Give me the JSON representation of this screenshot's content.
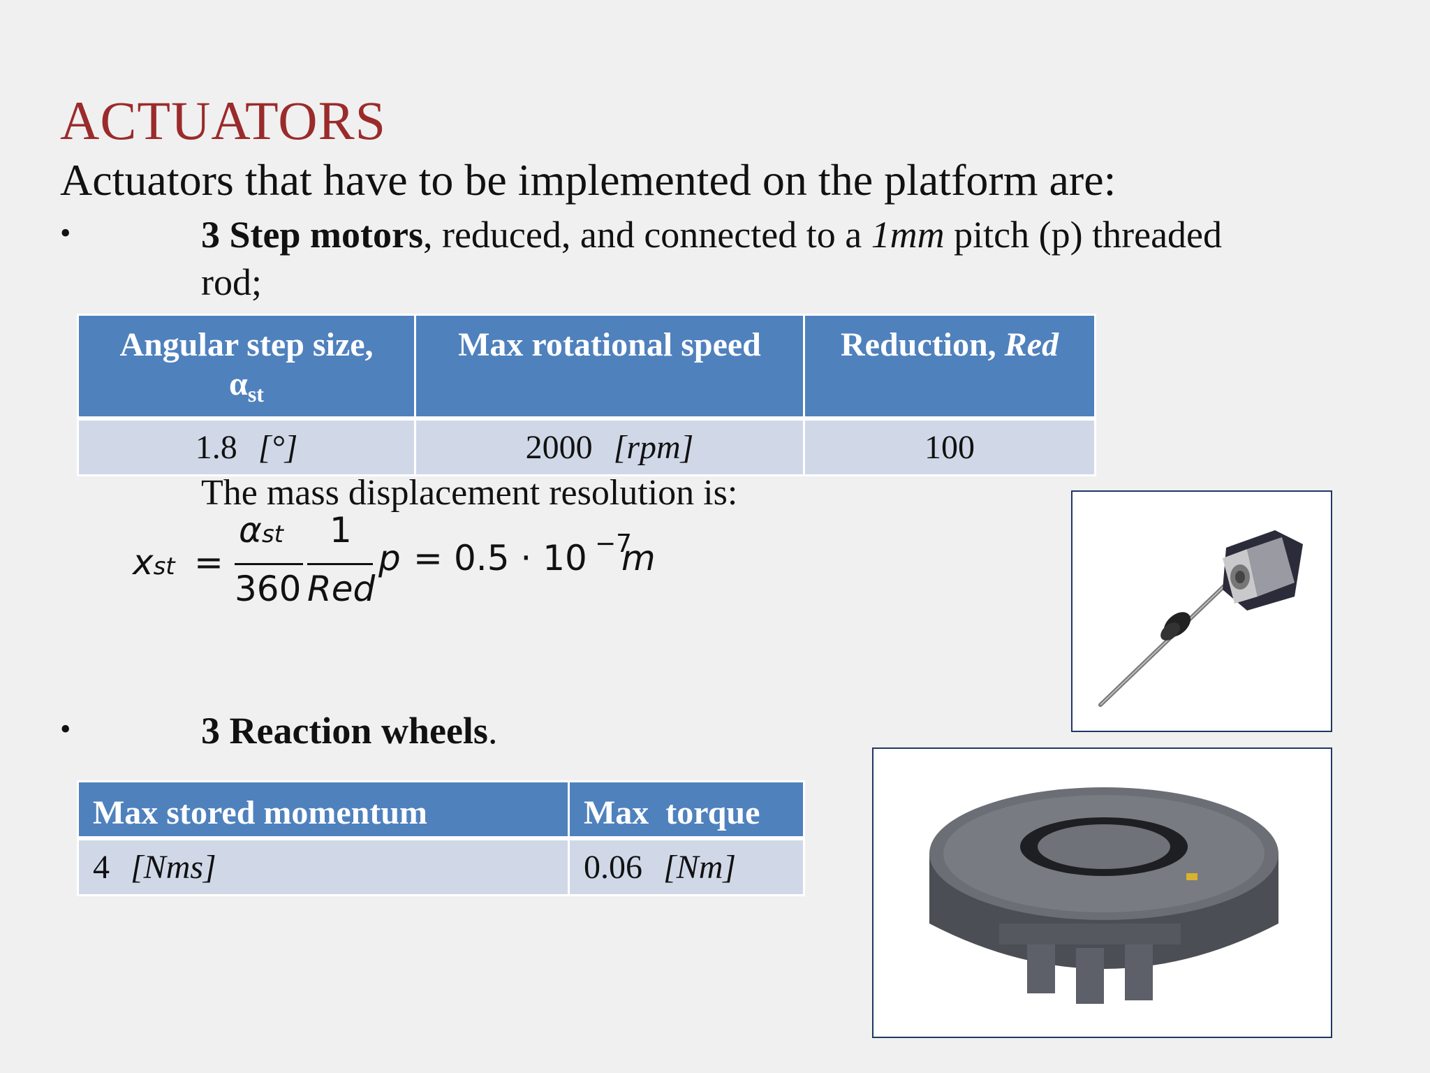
{
  "slide": {
    "title": "ACTUATORS",
    "subtitle": "Actuators that have to be implemented on the platform are:",
    "bullet_symbol": "•"
  },
  "step_motors": {
    "lead_bold": "3 Step motors",
    "text_a": ", reduced, and connected to a ",
    "text_italic": "1mm",
    "text_b": " pitch (p) threaded rod;",
    "table": {
      "headers": {
        "col1": "Angular step size,",
        "col1_symbol": "α",
        "col1_sub": "st",
        "col2": "Max rotational speed",
        "col3_text": "Reduction, ",
        "col3_italic": "Red"
      },
      "row": {
        "col1_value": "1.8",
        "col1_unit": "[°]",
        "col2_value": "2000",
        "col2_unit": "[rpm]",
        "col3_value": "100"
      }
    },
    "resolution_label": "The mass displacement resolution is:",
    "formula": {
      "lhs_var": "x",
      "lhs_sub": "st",
      "eq": "=",
      "frac1_num_var": "α",
      "frac1_num_sub": "st",
      "frac1_den": "360",
      "frac2_num": "1",
      "frac2_den": "Red",
      "p": "p",
      "eq2": "=",
      "result": "0.5 · 10",
      "exponent": "−7",
      "unit": "m"
    }
  },
  "reaction_wheels": {
    "lead_bold": "3 Reaction wheels",
    "trail": ".",
    "table": {
      "headers": {
        "col1": "Max stored momentum",
        "col2": "Max  torque"
      },
      "row": {
        "col1_value": "4",
        "col1_unit": "[Nms]",
        "col2_value": "0.06",
        "col2_unit": "[Nm]"
      }
    }
  },
  "colors": {
    "title": "#9b2b2b",
    "table_header": "#4f81bd",
    "table_cell": "#d0d8e8",
    "photo_border": "#1f3864"
  }
}
